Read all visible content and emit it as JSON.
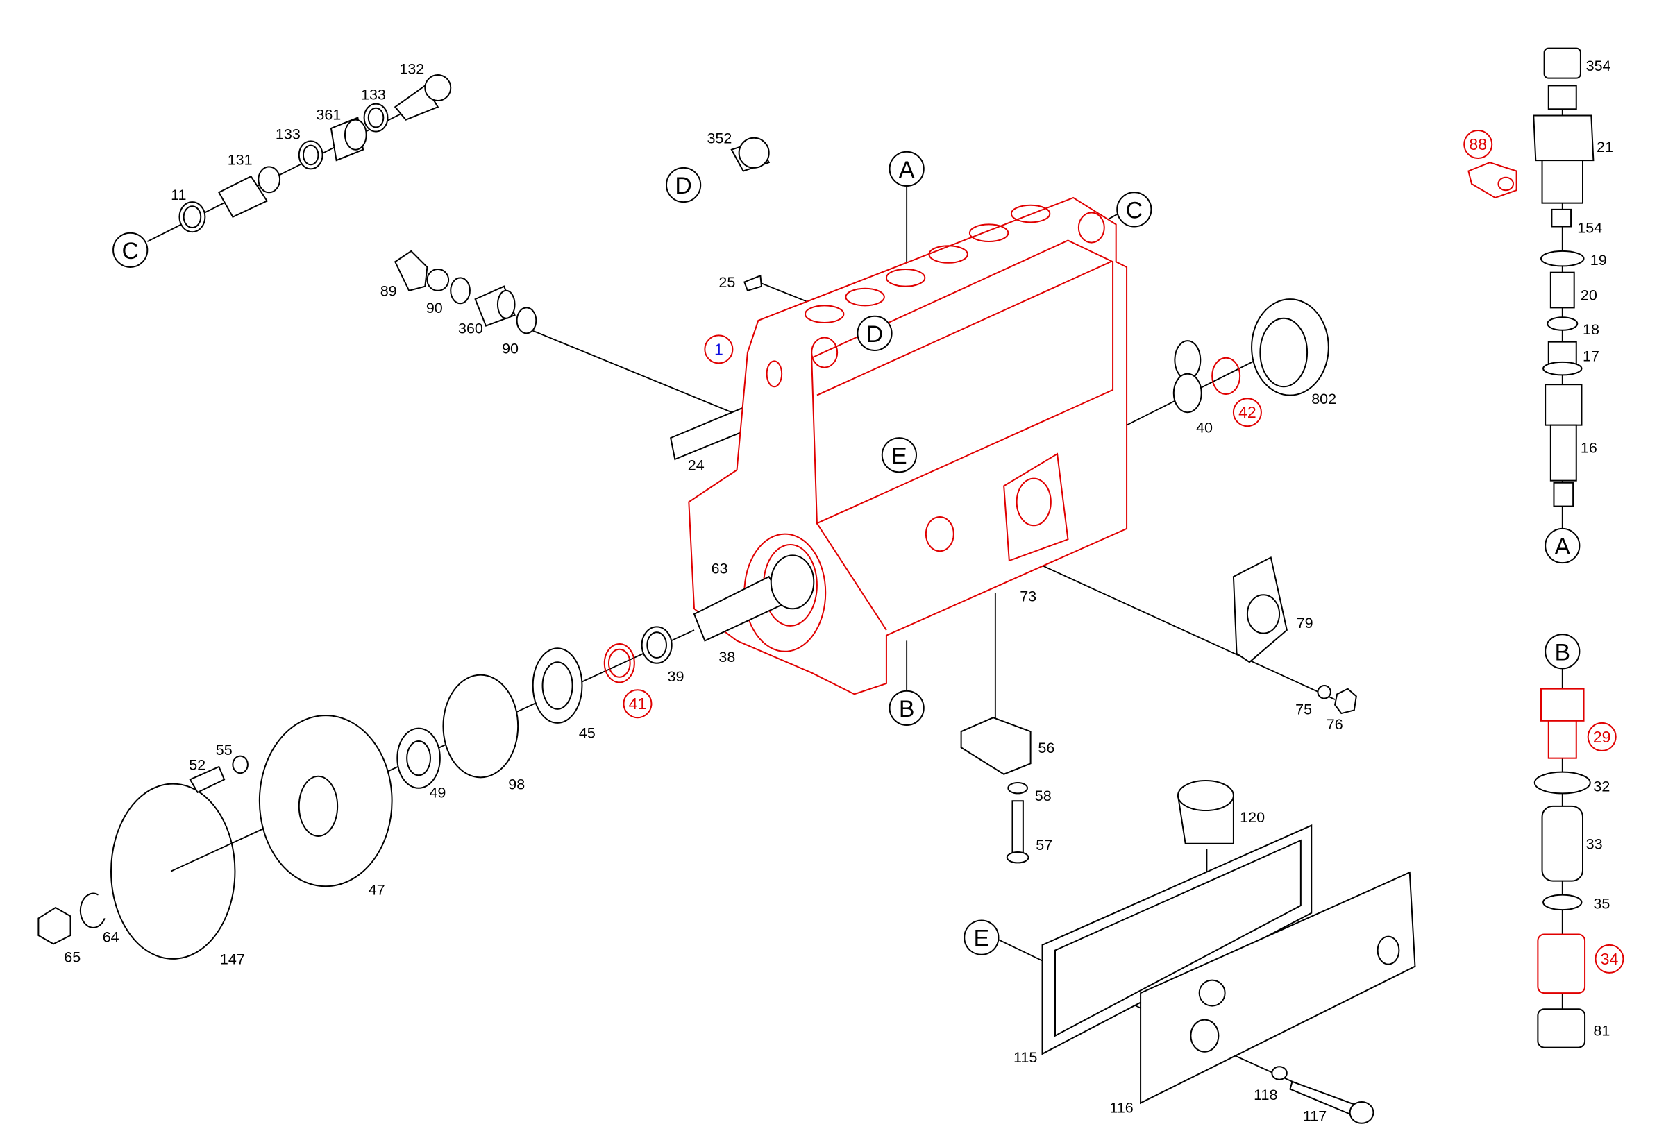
{
  "labels": {
    "l132": "132",
    "l133a": "133",
    "l361": "361",
    "l133b": "133",
    "l131": "131",
    "l11": "11",
    "l352": "352",
    "l25": "25",
    "l89": "89",
    "l90a": "90",
    "l360": "360",
    "l90b": "90",
    "l24": "24",
    "l40": "40",
    "l802": "802",
    "l63": "63",
    "l38": "38",
    "l39": "39",
    "l73": "73",
    "l79": "79",
    "l45": "45",
    "l75": "75",
    "l76": "76",
    "l56": "56",
    "l52": "52",
    "l55": "55",
    "l49": "49",
    "l98": "98",
    "l58": "58",
    "l47": "47",
    "l57": "57",
    "l120": "120",
    "l65": "65",
    "l64": "64",
    "l147": "147",
    "l115": "115",
    "l116": "116",
    "l118": "118",
    "l117": "117",
    "l354": "354",
    "l21": "21",
    "l154": "154",
    "l19": "19",
    "l20": "20",
    "l18": "18",
    "l17": "17",
    "l16": "16",
    "l32": "32",
    "l33": "33",
    "l35": "35",
    "l81": "81"
  },
  "highlighted": {
    "h1": "1",
    "h42": "42",
    "h41": "41",
    "h88": "88",
    "h29": "29",
    "h34": "34"
  },
  "markers": {
    "cLeft": "C",
    "cTop": "C",
    "dTop": "D",
    "dBlock": "D",
    "aTop": "A",
    "aRight": "A",
    "bBlock": "B",
    "bRight": "B",
    "eBlock": "E",
    "eCover": "E"
  },
  "colors": {
    "highlight": "#e00000",
    "primary_callout": "#1010e0",
    "line": "#000000"
  }
}
